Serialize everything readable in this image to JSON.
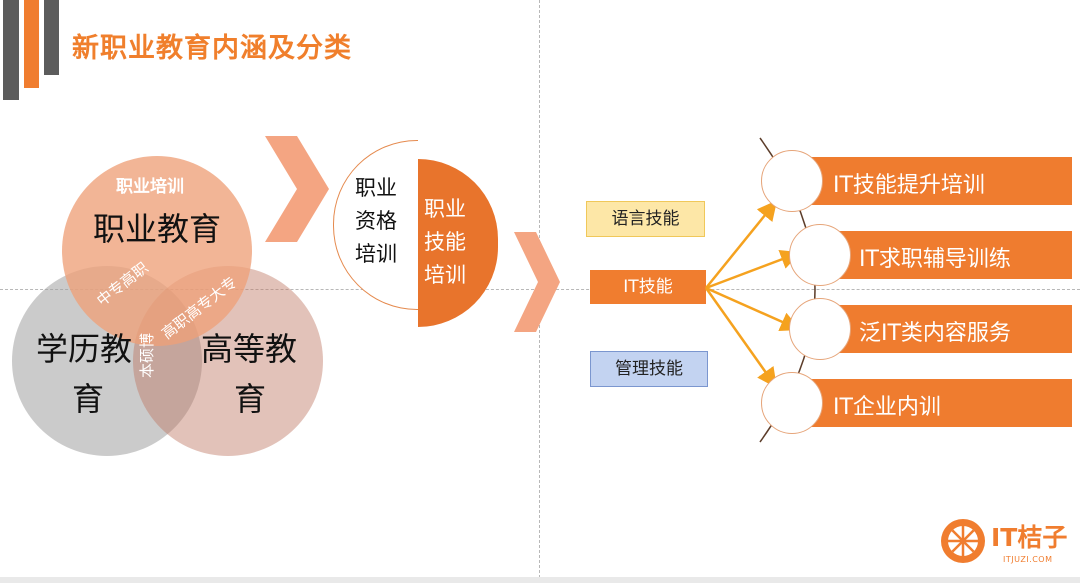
{
  "title": "新职业教育内涵及分类",
  "venn": {
    "top_small": "职业培训",
    "top_big": "职业教育",
    "left_line1": "学历教",
    "left_line2": "育",
    "right_line1": "高等教",
    "right_line2": "育",
    "overlap_a": "中专高职",
    "overlap_b": "高职高专大专",
    "overlap_c": "本硕博"
  },
  "half_circle": {
    "left": [
      "职业",
      "资格",
      "培训"
    ],
    "right": [
      "职业",
      "技能",
      "培训"
    ]
  },
  "skills": {
    "language": "语言技能",
    "it": "IT技能",
    "management": "管理技能"
  },
  "it_items": [
    "IT技能提升培训",
    "IT求职辅导训练",
    "泛IT类内容服务",
    "IT企业内训"
  ],
  "logo": {
    "name": "IT桔子",
    "url_text": "ITJUZI.COM"
  },
  "colors": {
    "accent": "#f07d2f",
    "title": "#f07f2c",
    "deco_gray": "#5c5c5c"
  }
}
